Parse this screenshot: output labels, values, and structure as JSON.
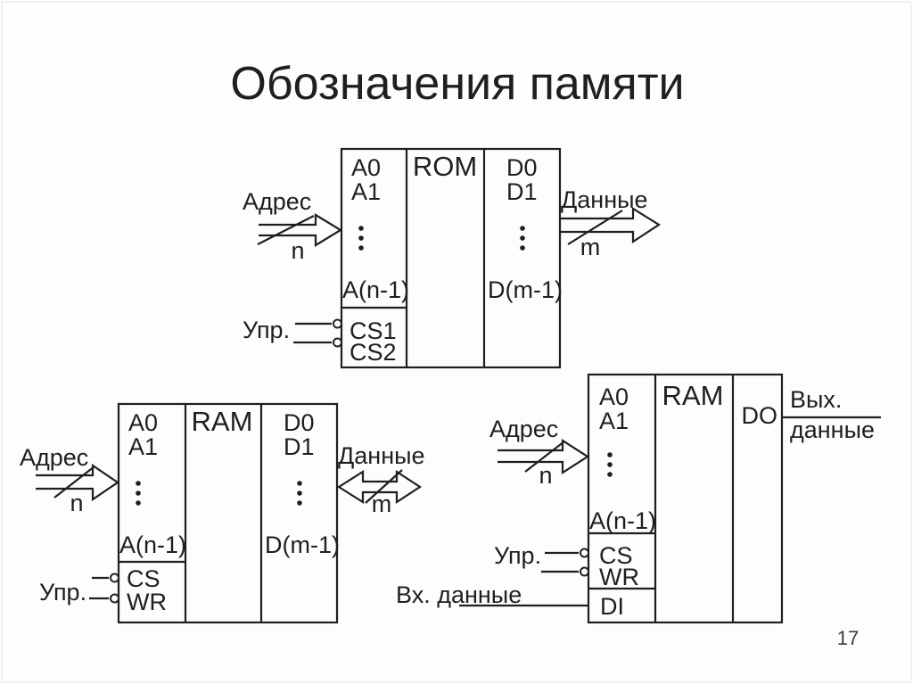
{
  "slide": {
    "title": "Обозначения памяти",
    "page_number": "17"
  },
  "colors": {
    "ink": "#1f1f1f",
    "background": "#fdfdfe"
  },
  "rom": {
    "chip": "ROM",
    "pins": {
      "a0": "A0",
      "a1": "A1",
      "a_last": "A(n-1)",
      "d0": "D0",
      "d1": "D1",
      "d_last": "D(m-1)",
      "cs1": "CS1",
      "cs2": "CS2"
    },
    "address_label": "Адрес",
    "address_width": "n",
    "data_label": "Данные",
    "data_width": "m",
    "control_label": "Упр."
  },
  "ram_bus": {
    "chip": "RAM",
    "pins": {
      "a0": "A0",
      "a1": "A1",
      "a_last": "A(n-1)",
      "d0": "D0",
      "d1": "D1",
      "d_last": "D(m-1)",
      "cs": "CS",
      "wr": "WR"
    },
    "address_label": "Адрес",
    "address_width": "n",
    "data_label": "Данные",
    "data_width": "m",
    "control_label": "Упр."
  },
  "ram_io": {
    "chip": "RAM",
    "pins": {
      "a0": "A0",
      "a1": "A1",
      "a_last": "A(n-1)",
      "do": "DO",
      "di": "DI",
      "cs": "CS",
      "wr": "WR"
    },
    "address_label": "Адрес",
    "address_width": "n",
    "control_label": "Упр.",
    "out_label_top": "Вых.",
    "out_label_bottom": "данные",
    "in_label": "Вх. данные"
  }
}
